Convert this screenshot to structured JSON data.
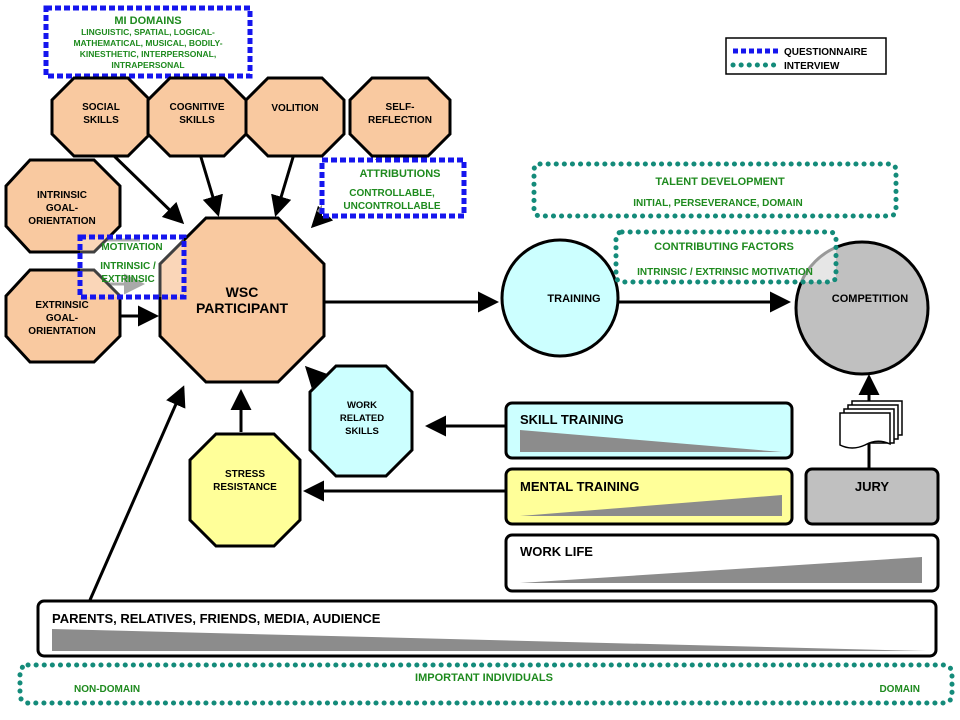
{
  "colors": {
    "node_orange": "#f9c9a0",
    "node_cyan": "#ccffff",
    "node_yellow": "#ffff99",
    "node_gray": "#c0c0c0",
    "ramp_gray": "#8c8c8c",
    "questionnaire_border": "#1515ee",
    "interview_border": "#148b7a",
    "green_text": "#1e8a1e"
  },
  "legend": {
    "questionnaire": "QUESTIONNAIRE",
    "interview": "INTERVIEW"
  },
  "mi_domains": {
    "title": "MI DOMAINS",
    "lines": [
      "LINGUISTIC, SPATIAL, LOGICAL-",
      "MATHEMATICAL, MUSICAL, BODILY-",
      "KINESTHETIC, INTERPERSONAL,",
      "INTRAPERSONAL"
    ]
  },
  "top_nodes": {
    "social": [
      "SOCIAL",
      "SKILLS"
    ],
    "cognitive": [
      "COGNITIVE",
      "SKILLS"
    ],
    "volition": [
      "VOLITION"
    ],
    "self_reflection": [
      "SELF-",
      "REFLECTION"
    ]
  },
  "attributions": {
    "title": "ATTRIBUTIONS",
    "lines": [
      "CONTROLLABLE,",
      "UNCONTROLLABLE"
    ]
  },
  "intrinsic_goal": [
    "INTRINSIC",
    "GOAL-",
    "ORIENTATION"
  ],
  "extrinsic_goal": [
    "EXTRINSIC",
    "GOAL-",
    "ORIENTATION"
  ],
  "motivation": {
    "title": "MOTIVATION",
    "lines": [
      "INTRINSIC /",
      "EXTRINSIC"
    ]
  },
  "participant": [
    "WSC",
    "PARTICIPANT"
  ],
  "talent_development": {
    "title": "TALENT DEVELOPMENT",
    "detail": "INITIAL, PERSEVERANCE, DOMAIN"
  },
  "contributing_factors": {
    "title": "CONTRIBUTING FACTORS",
    "detail": "INTRINSIC / EXTRINSIC MOTIVATION"
  },
  "training": "TRAINING",
  "competition": "COMPETITION",
  "work_related_skills": [
    "WORK",
    "RELATED",
    "SKILLS"
  ],
  "stress_resistance": [
    "STRESS",
    "RESISTANCE"
  ],
  "skill_training": "SKILL TRAINING",
  "mental_training": "MENTAL TRAINING",
  "work_life": "WORK LIFE",
  "jury": "JURY",
  "parents": "PARENTS, RELATIVES, FRIENDS, MEDIA, AUDIENCE",
  "important_individuals": {
    "title": "IMPORTANT INDIVIDUALS",
    "left": "NON-DOMAIN",
    "right": "DOMAIN"
  }
}
